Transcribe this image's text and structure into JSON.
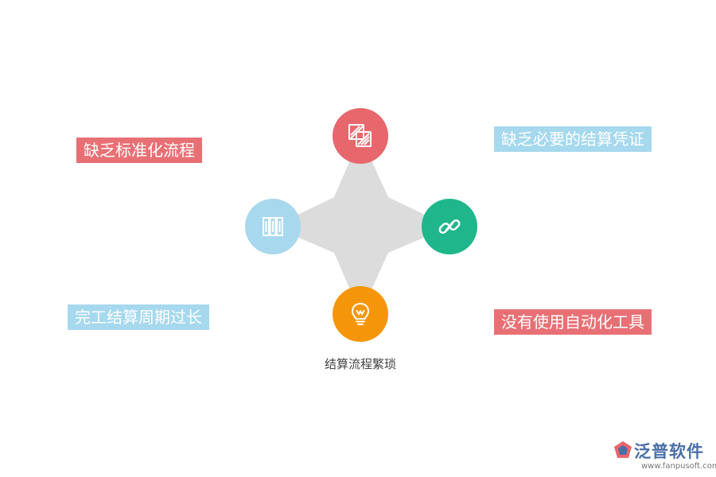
{
  "labels": {
    "top_left": "缺乏标准化流程",
    "top_right": "缺乏必要的结算凭证",
    "bottom_left": "完工结算周期过长",
    "bottom_right": "没有使用自动化工具"
  },
  "center_caption": "结算流程繁琐",
  "nodes": [
    {
      "position": "top",
      "icon": "layers-icon",
      "color": "#e8676d"
    },
    {
      "position": "left",
      "icon": "columns-icon",
      "color": "#a8d8ee"
    },
    {
      "position": "right",
      "icon": "link-icon",
      "color": "#1eb68a"
    },
    {
      "position": "bottom",
      "icon": "lightbulb-icon",
      "color": "#f5960a"
    }
  ],
  "colors": {
    "red_label": "#e87075",
    "blue_label": "#a6d8ee",
    "star": "#dcdcdc"
  },
  "brand": {
    "name": "泛普软件",
    "url": "www.fanpusoft.com"
  }
}
